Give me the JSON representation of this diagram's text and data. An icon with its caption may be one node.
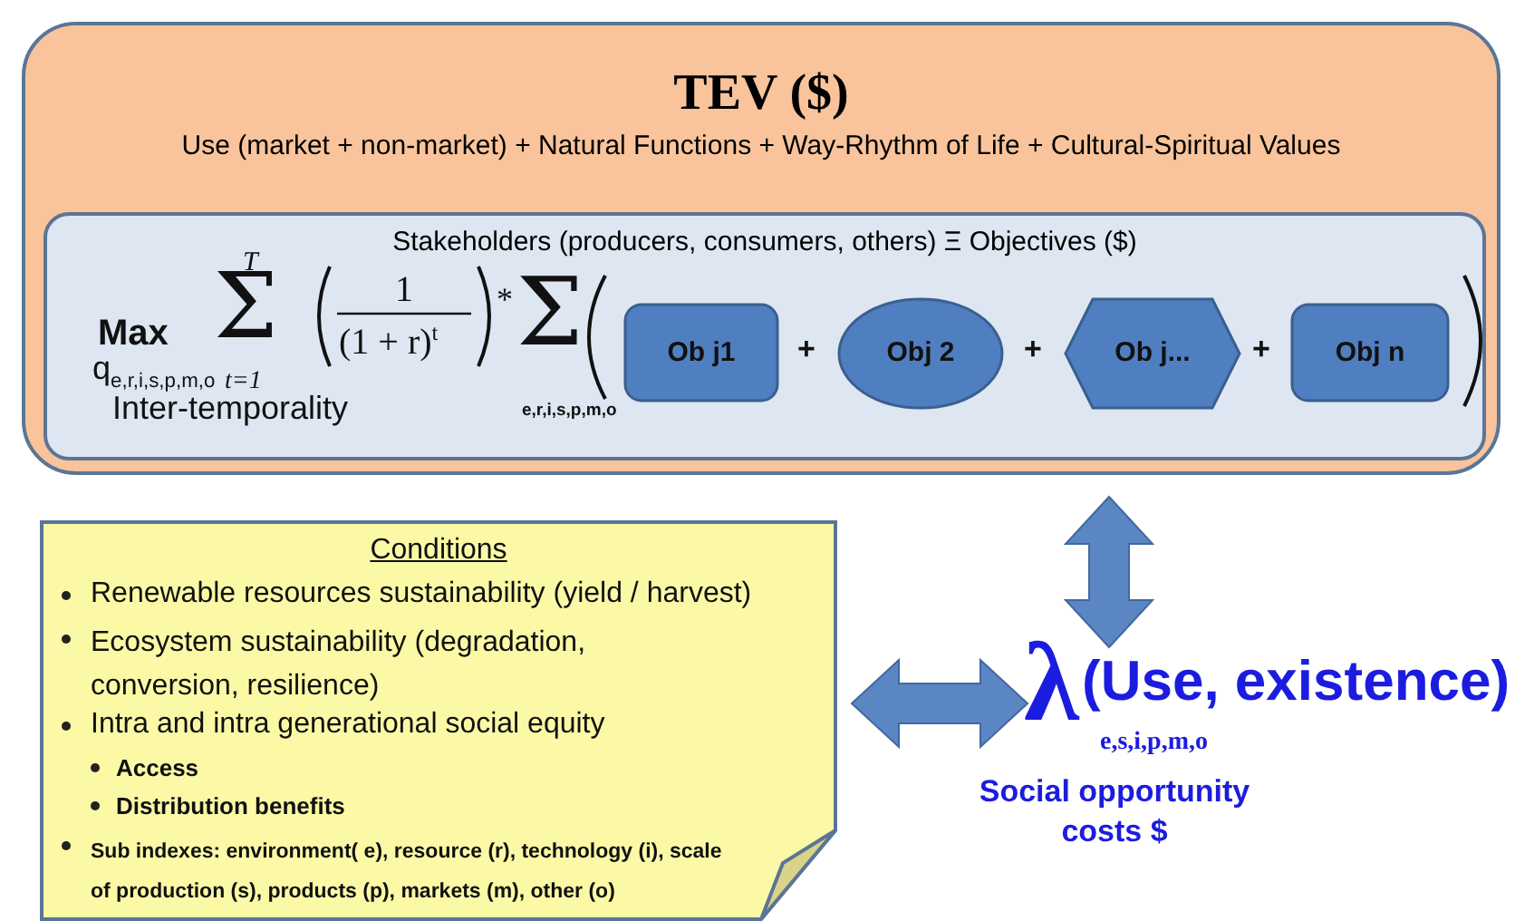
{
  "diagram": {
    "nodes": [
      {
        "text": [
          "TEV ($)",
          "Use (market + non-market) + Natural Functions + Way-Rhythm of Life + Cultural-Spiritual Values"
        ]
      },
      {
        "text": [
          "Stakeholders (producers, consumers, others) Ξ Objectives ($)"
        ],
        "in": 0
      },
      {
        "text": [
          "Ob j1"
        ],
        "in": 1
      },
      {
        "text": [
          "Obj 2"
        ],
        "in": 1
      },
      {
        "text": [
          "Ob j..."
        ],
        "in": 1
      },
      {
        "text": [
          "Obj n"
        ],
        "in": 1
      },
      {
        "text": [
          "Conditions",
          "Renewable resources sustainability (yield / harvest)",
          "Ecosystem sustainability (degradation, conversion, resilience)",
          "Intra and intra generational social equity",
          "Access",
          "Distribution benefits",
          "Sub indexes: environment( e), resource (r), technology (i), scale of production (s), products (p), markets (m), other (o)"
        ]
      },
      {
        "text": [
          "λ",
          "(Use, existence)",
          "e,s,i,p,m,o",
          "Social opportunity costs $"
        ]
      }
    ],
    "edges": [
      {
        "from": 0,
        "to": 7,
        "arrow": "both",
        "style": "thick"
      },
      {
        "from": 6,
        "to": 7,
        "arrow": "both",
        "style": "thick"
      }
    ],
    "labels": [
      "Max",
      "q$_{e,r,i,s,p,m,o}$",
      "T",
      "Σ",
      "t=1",
      "1",
      "(1 + r)$^{t}$",
      "*",
      "Σ",
      "e,r,i,s,p,m,o",
      "Inter-temporality",
      "+",
      "+",
      "+"
    ]
  }
}
